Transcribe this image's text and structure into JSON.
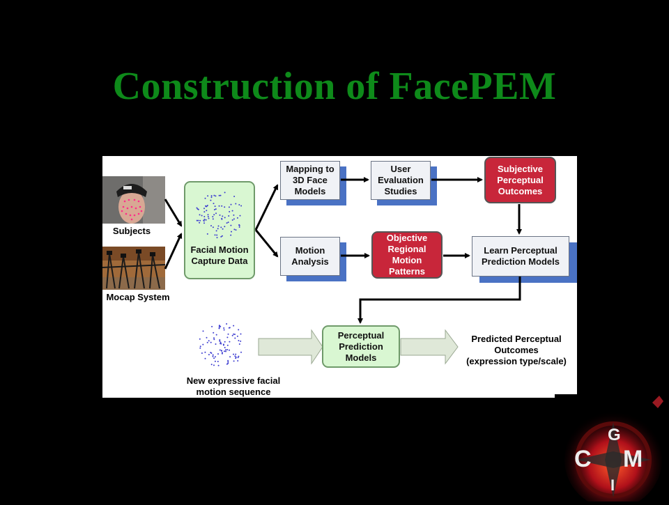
{
  "slide": {
    "title": "Construction of FacePEM"
  },
  "diagram": {
    "labels": {
      "subjects": "Subjects",
      "mocap": "Mocap System",
      "new_sequence_line1": "New expressive facial",
      "new_sequence_line2": "motion sequence",
      "predicted_line1": "Predicted Perceptual",
      "predicted_line2": "Outcomes",
      "predicted_line3": "(expression type/scale)"
    },
    "nodes": {
      "capture": [
        "Facial Motion",
        "Capture Data"
      ],
      "mapping": [
        "Mapping to",
        "3D Face",
        "Models"
      ],
      "user_eval": [
        "User",
        "Evaluation",
        "Studies"
      ],
      "subjective": [
        "Subjective",
        "Perceptual",
        "Outcomes"
      ],
      "motion_analysis": [
        "Motion",
        "Analysis"
      ],
      "objective": [
        "Objective",
        "Regional",
        "Motion",
        "Patterns"
      ],
      "learn": [
        "Learn Perceptual",
        "Prediction Models"
      ],
      "perceptual_models": [
        "Perceptual",
        "Prediction",
        "Models"
      ]
    },
    "colors": {
      "title": "#0e8a1a",
      "red_node": "#c8263a",
      "green_node": "#d9f7d2",
      "blue_shadow": "#4a72c4",
      "dots": "#3b3bd0"
    }
  },
  "logo": {
    "letters": [
      "G",
      "C",
      "M",
      "I"
    ]
  }
}
